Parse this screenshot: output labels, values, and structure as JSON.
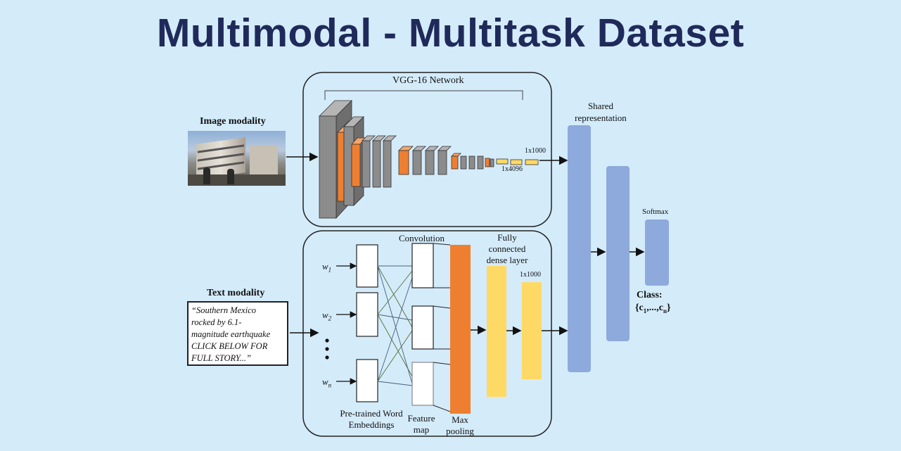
{
  "title": "Multimodal - Multitask Dataset",
  "colors": {
    "background": "#d4ebfa",
    "title": "#1f2a5a",
    "gray_layer": "#8c8c8c",
    "orange": "#ef7f30",
    "yellow": "#ffd966",
    "blue": "#8ea9db"
  },
  "image_branch": {
    "modality_label": "Image modality",
    "network_label": "VGG-16 Network",
    "dim_4096": "1x4096",
    "dim_1000": "1x1000"
  },
  "text_branch": {
    "modality_label": "Text modality",
    "text_lines": [
      "“Southern Mexico",
      "rocked by 6.1-",
      "magnitude earthquake",
      "CLICK BELOW FOR",
      "FULL STORY...”"
    ],
    "words": [
      {
        "base": "w",
        "sub": "1"
      },
      {
        "base": "w",
        "sub": "2"
      },
      {
        "base": "w",
        "sub": "n"
      }
    ],
    "convolution_label": "Convolution",
    "fully_connected_label_lines": [
      "Fully",
      "connected",
      "dense layer"
    ],
    "dim_1000": "1x1000",
    "embeddings_label_lines": [
      "Pre-trained Word",
      "Embeddings"
    ],
    "feature_map_label_lines": [
      "Feature",
      "map"
    ],
    "max_pooling_label_lines": [
      "Max",
      "pooling"
    ]
  },
  "shared": {
    "label_lines": [
      "Shared",
      "representation"
    ],
    "softmax_label": "Softmax",
    "class_label": "Class:",
    "class_set": {
      "prefix": "{c",
      "sub1": "1",
      "middle": ",...,c",
      "subn": "n",
      "suffix": "}"
    }
  }
}
